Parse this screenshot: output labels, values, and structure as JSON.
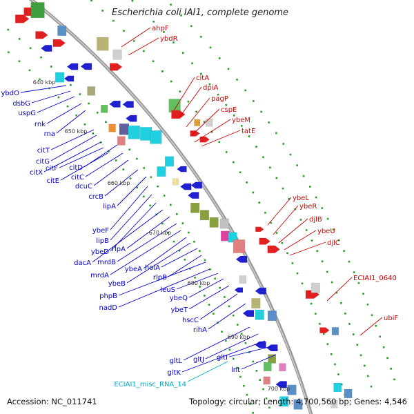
{
  "title": "Escherichia coli IAI1, complete genome",
  "footer": {
    "accession": "Accession: NC_011741",
    "topology": "Topology: circular; Length: 4,700,560 bp; Genes: 4,546"
  },
  "colors": {
    "blue_label": "#0000cc",
    "red_label": "#cc0000",
    "cyan_label": "#00aacc",
    "backbone": "#999999"
  },
  "kbp_marks": [
    "640 kbp",
    "650 kbp",
    "660 kbp",
    "670 kbp",
    "680 kbp",
    "690 kbp",
    "700 kbp"
  ],
  "labels_left": [
    "ybdO",
    "dsbG",
    "uspG",
    "rnk",
    "rna",
    "citT",
    "citG",
    "citX",
    "citF",
    "citE",
    "citD",
    "citC",
    "dcuC",
    "crcB",
    "lipA",
    "ybeF",
    "lipB",
    "ybeD",
    "dacA",
    "rlpA",
    "mrdB",
    "mrdA",
    "ybeA",
    "ybeB",
    "holA",
    "rlpB",
    "phpB",
    "nadD",
    "leuS",
    "ybeQ",
    "ybeT",
    "hscC",
    "rihA",
    "gltL",
    "gltJ",
    "gltK",
    "gltI",
    "lnt",
    "ECIAI1_misc_RNA_14"
  ],
  "labels_right": [
    "ahpF",
    "ybdR",
    "citA",
    "dpiA",
    "pagP",
    "cspE",
    "ybeM",
    "tatE",
    "ybeL",
    "ybeR",
    "djlB",
    "ybeU",
    "djlC",
    "ECIAI1_0640",
    "ubiF"
  ]
}
